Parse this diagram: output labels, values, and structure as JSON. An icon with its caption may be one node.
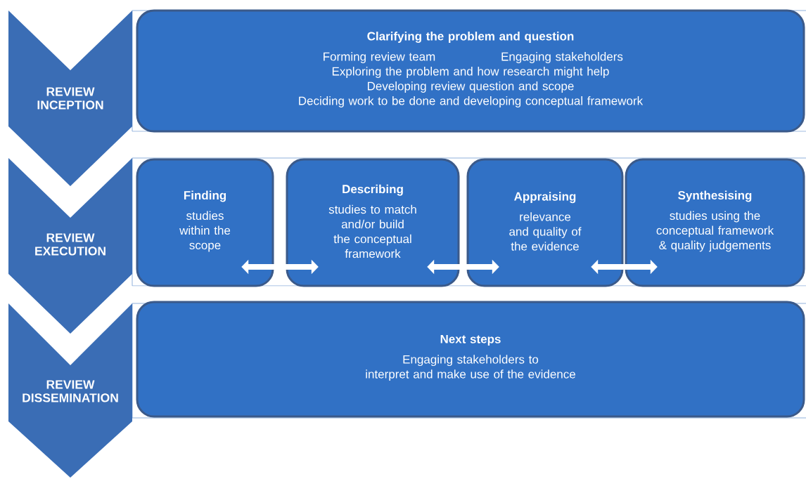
{
  "diagram": {
    "nodes": [
      {
        "text": [
          "REVIEW INCEPTION"
        ]
      },
      {
        "text": [
          "Clarifying the problem and question",
          "Forming review team",
          "Engaging stakeholders",
          "Exploring the problem and how research might help",
          "Developing review question and scope",
          "Deciding work to be done and developing conceptual framework"
        ]
      },
      {
        "text": [
          "REVIEW EXECUTION"
        ]
      },
      {
        "text": [
          "Finding",
          "studies within the scope"
        ]
      },
      {
        "text": [
          "Describing",
          "studies to match and/or build the conceptual framework"
        ]
      },
      {
        "text": [
          "Appraising",
          "relevance and quality of the evidence"
        ]
      },
      {
        "text": [
          "Synthesising",
          "studies using the conceptual framework & quality judgements"
        ]
      },
      {
        "text": [
          "REVIEW DISSEMINATION"
        ]
      },
      {
        "text": [
          "Next steps",
          "Engaging stakeholders to",
          "interpret and make use of the evidence"
        ]
      }
    ],
    "edges": [
      {
        "from": 3,
        "to": 4,
        "arrow": "both"
      },
      {
        "from": 4,
        "to": 5,
        "arrow": "both"
      },
      {
        "from": 5,
        "to": 6,
        "arrow": "both"
      }
    ]
  }
}
